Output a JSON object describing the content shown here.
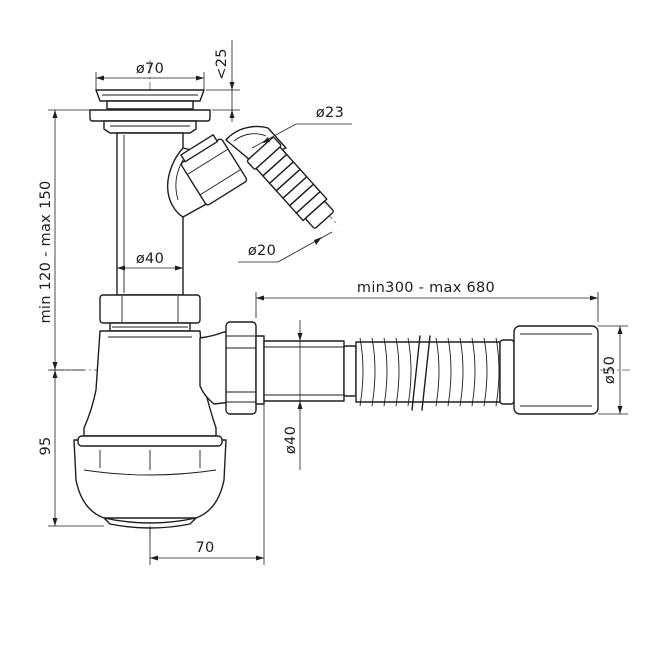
{
  "dimensions": {
    "outlet_diameter": "ø70",
    "outlet_height": "<25",
    "hose_outer_diameter": "ø23",
    "hose_inner_diameter": "ø20",
    "pipe_diameter": "ø40",
    "vertical_range": "min 120 - max 150",
    "flex_length_range": "min300 - max 680",
    "flex_end_diameter": "ø50",
    "outlet_pipe_diameter": "ø40",
    "trap_height": "95",
    "trap_offset": "70"
  },
  "colors": {
    "line": "#1e1e1e",
    "background": "#ffffff"
  }
}
